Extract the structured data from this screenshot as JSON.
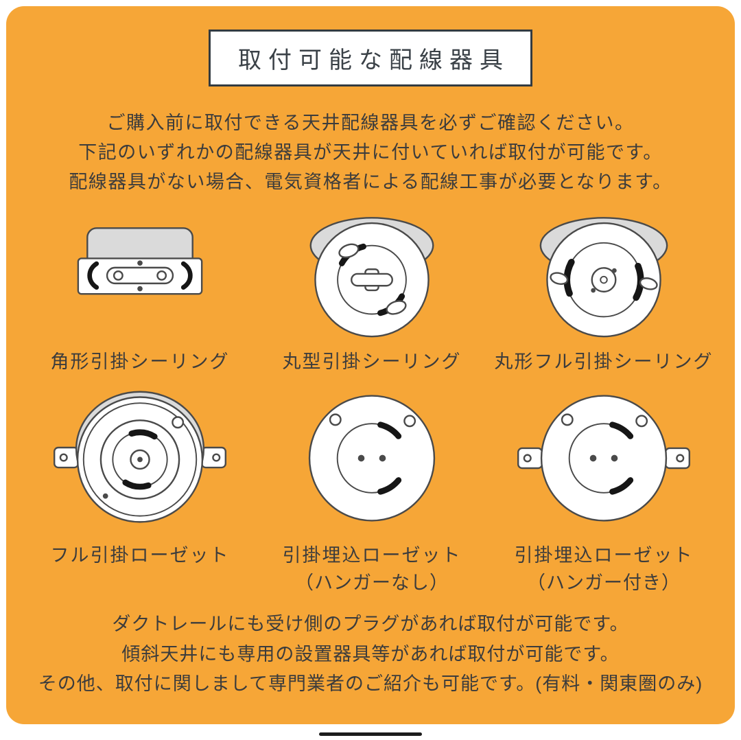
{
  "colors": {
    "background": "#F6A637",
    "text": "#3C3C3C",
    "title_border": "#333B41",
    "figure_line": "#4A4A4A",
    "figure_gray": "#DADADA",
    "figure_black": "#161616"
  },
  "title": "取付可能な配線器具",
  "intro": {
    "line1": "ご購入前に取付できる天井配線器具を必ずご確認ください。",
    "line2": "下記のいずれかの配線器具が天井に付いていれば取付が可能です。",
    "line3": "配線器具がない場合、電気資格者による配線工事が必要となります。"
  },
  "fixtures": [
    {
      "label": "角形引掛シーリング",
      "sublabel": ""
    },
    {
      "label": "丸型引掛シーリング",
      "sublabel": ""
    },
    {
      "label": "丸形フル引掛シーリング",
      "sublabel": ""
    },
    {
      "label": "フル引掛ローゼット",
      "sublabel": ""
    },
    {
      "label": "引掛埋込ローゼット",
      "sublabel": "（ハンガーなし）"
    },
    {
      "label": "引掛埋込ローゼット",
      "sublabel": "（ハンガー付き）"
    }
  ],
  "footer": {
    "line1": "ダクトレールにも受け側のプラグがあれば取付が可能です。",
    "line2": "傾斜天井にも専用の設置器具等があれば取付が可能です。",
    "line3": "その他、取付に関しまして専門業者のご紹介も可能です。(有料・関東圏のみ)"
  }
}
